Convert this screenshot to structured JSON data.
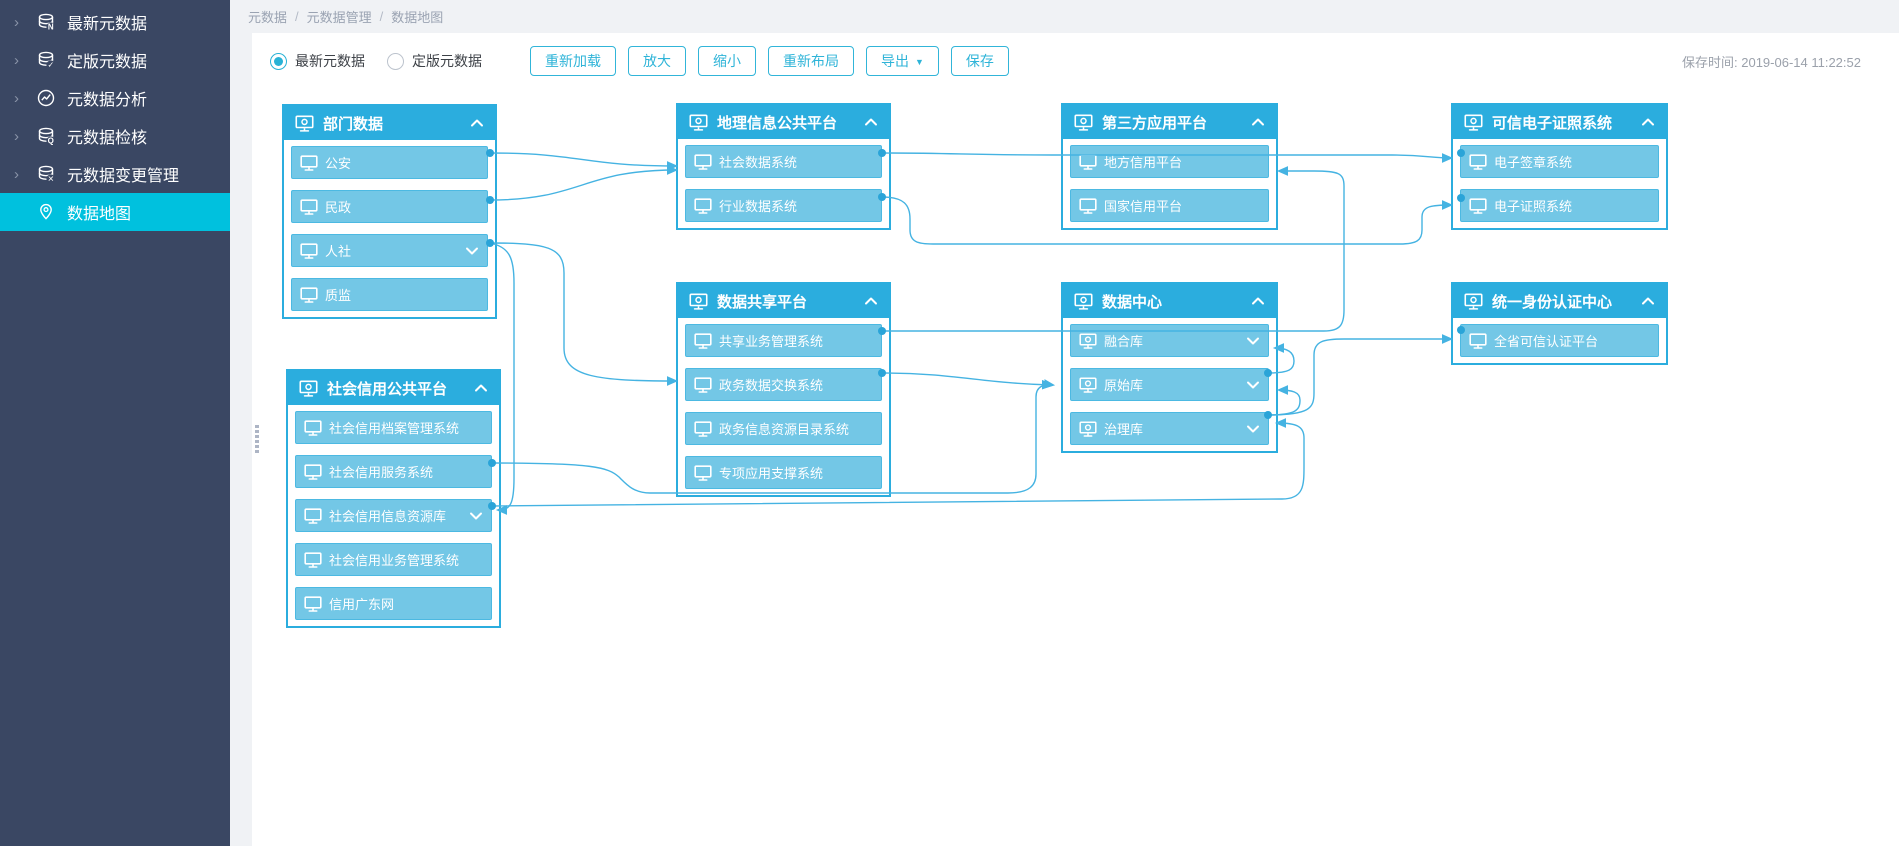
{
  "sidebar": {
    "items": [
      {
        "label": "最新元数据",
        "icon": "database-new-icon",
        "active": false
      },
      {
        "label": "定版元数据",
        "icon": "database-approved-icon",
        "active": false
      },
      {
        "label": "元数据分析",
        "icon": "analysis-icon",
        "active": false
      },
      {
        "label": "元数据检核",
        "icon": "database-inspect-icon",
        "active": false
      },
      {
        "label": "元数据变更管理",
        "icon": "database-change-icon",
        "active": false
      },
      {
        "label": "数据地图",
        "icon": "data-map-pin-icon",
        "active": true
      }
    ]
  },
  "breadcrumb": {
    "separator": "/",
    "items": [
      "元数据",
      "元数据管理",
      "数据地图"
    ]
  },
  "toolbar": {
    "radios": [
      {
        "label": "最新元数据",
        "selected": true
      },
      {
        "label": "定版元数据",
        "selected": false
      }
    ],
    "buttons": {
      "reload": "重新加载",
      "zoom_in": "放大",
      "zoom_out": "缩小",
      "relayout": "重新布局",
      "export": "导出",
      "export_caret": "▼",
      "save": "保存"
    },
    "save_time": "保存时间: 2019-06-14 11:22:52"
  },
  "diagram": {
    "boxes": [
      {
        "title": "部门数据",
        "items": [
          {
            "label": "公安",
            "expandable": false
          },
          {
            "label": "民政",
            "expandable": false
          },
          {
            "label": "人社",
            "expandable": true
          },
          {
            "label": "质监",
            "expandable": false
          }
        ]
      },
      {
        "title": "社会信用公共平台",
        "items": [
          {
            "label": "社会信用档案管理系统",
            "expandable": false
          },
          {
            "label": "社会信用服务系统",
            "expandable": false
          },
          {
            "label": "社会信用信息资源库",
            "expandable": true
          },
          {
            "label": "社会信用业务管理系统",
            "expandable": false
          },
          {
            "label": "信用广东网",
            "expandable": false
          }
        ]
      },
      {
        "title": "地理信息公共平台",
        "items": [
          {
            "label": "社会数据系统",
            "expandable": false
          },
          {
            "label": "行业数据系统",
            "expandable": false
          }
        ]
      },
      {
        "title": "数据共享平台",
        "items": [
          {
            "label": "共享业务管理系统",
            "expandable": false
          },
          {
            "label": "政务数据交换系统",
            "expandable": false
          },
          {
            "label": "政务信息资源目录系统",
            "expandable": false
          },
          {
            "label": "专项应用支撑系统",
            "expandable": false
          }
        ]
      },
      {
        "title": "第三方应用平台",
        "items": [
          {
            "label": "地方信用平台",
            "expandable": false
          },
          {
            "label": "国家信用平台",
            "expandable": false
          }
        ]
      },
      {
        "title": "数据中心",
        "items": [
          {
            "label": "融合库",
            "expandable": true
          },
          {
            "label": "原始库",
            "expandable": true
          },
          {
            "label": "治理库",
            "expandable": true
          }
        ]
      },
      {
        "title": "可信电子证照系统",
        "items": [
          {
            "label": "电子签章系统",
            "expandable": false
          },
          {
            "label": "电子证照系统",
            "expandable": false
          }
        ]
      },
      {
        "title": "统一身份认证中心",
        "items": [
          {
            "label": "全省可信认证平台",
            "expandable": false
          }
        ]
      }
    ]
  },
  "colors": {
    "sidebar_bg": "#3a4763",
    "accent_active": "#00c1de",
    "node_header": "#2badde",
    "node_item": "#73c7e6",
    "connector": "#45b3e2",
    "button": "#31b5d9"
  }
}
